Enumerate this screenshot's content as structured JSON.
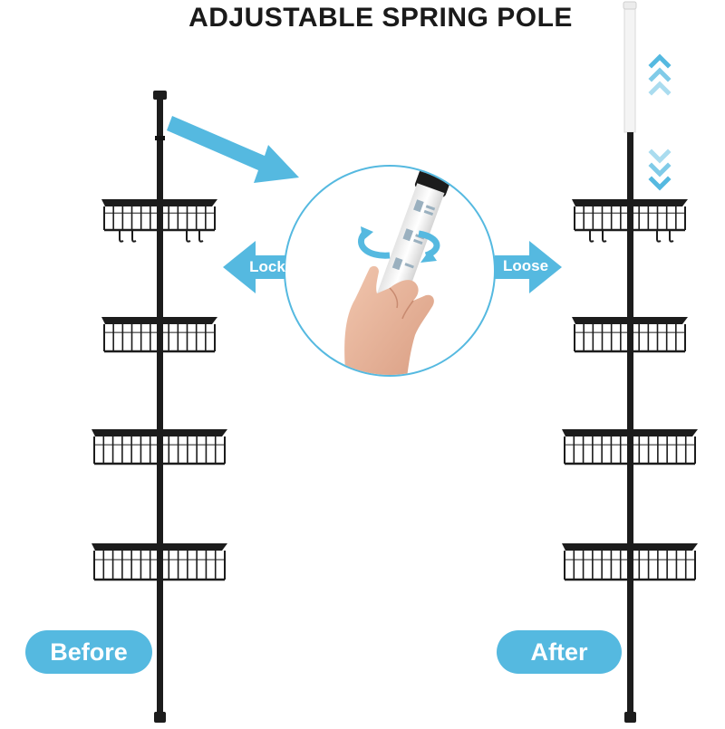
{
  "title": "ADJUSTABLE SPRING POLE",
  "labels": {
    "before": "Before",
    "after": "After",
    "lock": "Lock",
    "loose": "Loose"
  },
  "colors": {
    "accent": "#55b9e0",
    "pole": "#1c1c1c",
    "title": "#1a1a1a",
    "extension": "#f2f2f2"
  },
  "icons": [
    "arrow-right-icon",
    "arrow-left-icon",
    "rotate-icon",
    "chevron-up-icon",
    "chevron-down-icon"
  ]
}
